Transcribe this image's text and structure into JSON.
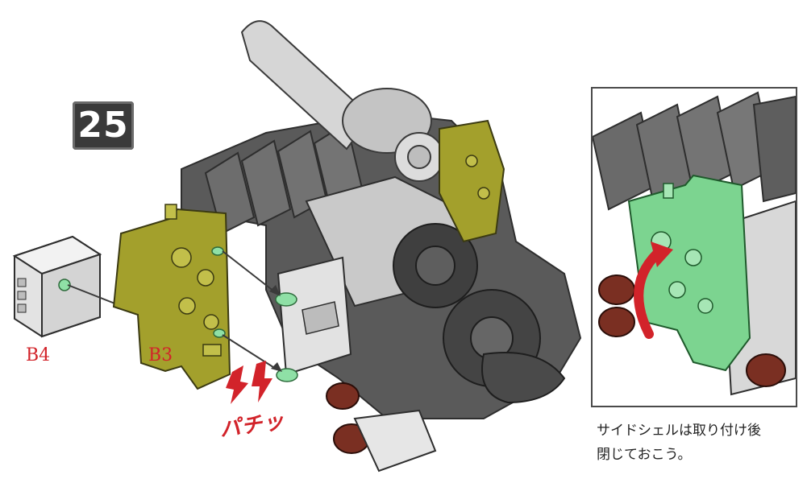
{
  "step": {
    "number": "25"
  },
  "parts": {
    "b4_label": "B4",
    "b3_label": "B3"
  },
  "sound_effect": "パチッ",
  "inset_note": {
    "line1": "サイドシェルは取り付け後",
    "line2": "閉じておこう。"
  },
  "colors": {
    "part_b3": "#a3a02c",
    "part_b4": "#e3e3e3",
    "inset_part": "#7cd490",
    "accent_red": "#d2232a",
    "mechanism_dark": "#4a4a4a",
    "mechanism_mid": "#7a7a7a",
    "cannon": "#cfcfcf",
    "peg_green": "#8fe0a6",
    "wheel_brown": "#7a2f22"
  }
}
